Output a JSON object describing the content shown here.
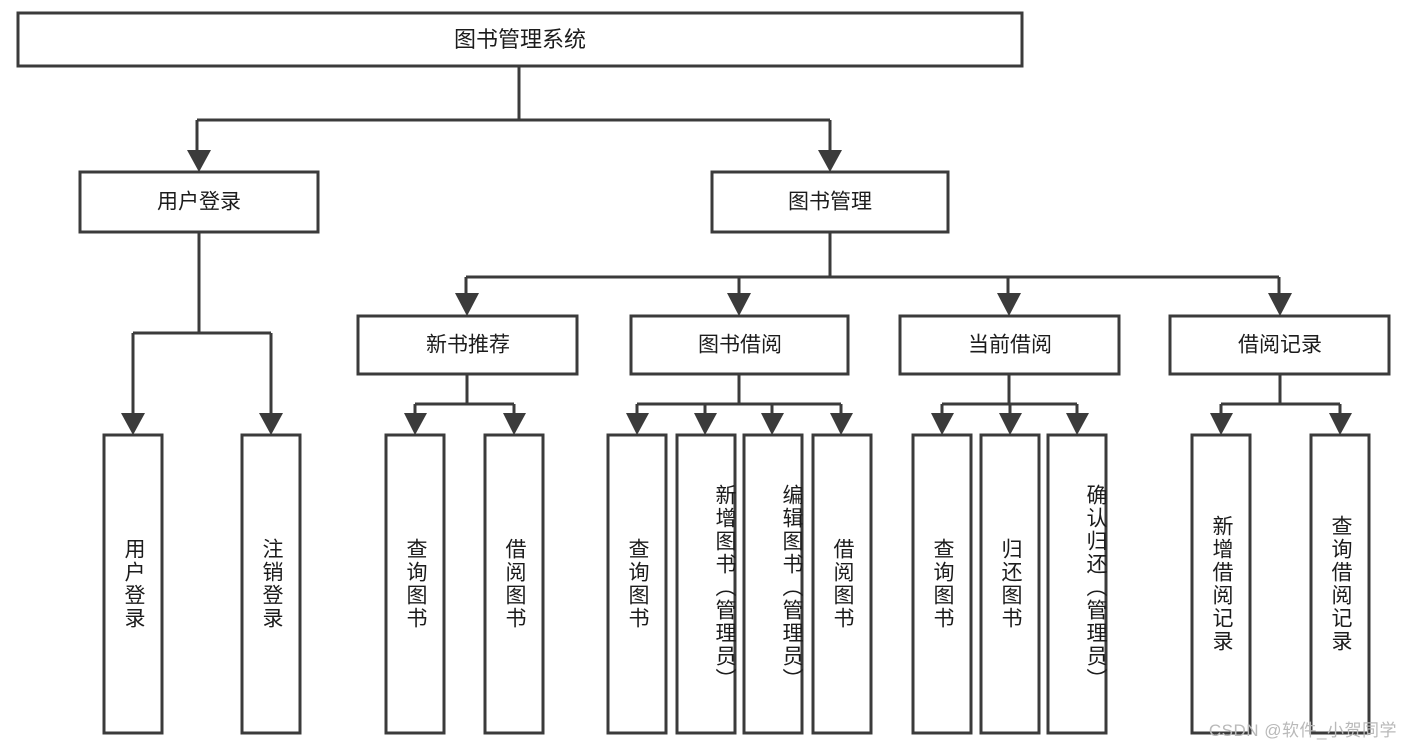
{
  "diagram": {
    "title": "图书管理系统",
    "type": "tree",
    "orientation": "top-down",
    "colors": {
      "box_fill": "#ffffff",
      "box_stroke": "#3b3b3b",
      "text": "#1c1c1c",
      "watermark": "#b9b9b9",
      "background": "#ffffff"
    },
    "root": {
      "label": "图书管理系统",
      "orientation": "horizontal"
    },
    "level2": [
      {
        "label": "用户登录",
        "orientation": "horizontal"
      },
      {
        "label": "图书管理",
        "orientation": "horizontal"
      }
    ],
    "level3": [
      {
        "label": "新书推荐",
        "orientation": "horizontal"
      },
      {
        "label": "图书借阅",
        "orientation": "horizontal"
      },
      {
        "label": "当前借阅",
        "orientation": "horizontal"
      },
      {
        "label": "借阅记录",
        "orientation": "horizontal"
      }
    ],
    "leaves": {
      "user_login": [
        {
          "label": "用户登录",
          "orientation": "vertical"
        },
        {
          "label": "注销登录",
          "orientation": "vertical"
        }
      ],
      "new_book_recommend": [
        {
          "label": "查询图书",
          "orientation": "vertical"
        },
        {
          "label": "借阅图书",
          "orientation": "vertical"
        }
      ],
      "book_borrow": [
        {
          "label": "查询图书",
          "orientation": "vertical"
        },
        {
          "label": "新增图书（管理员）",
          "orientation": "vertical"
        },
        {
          "label": "编辑图书（管理员）",
          "orientation": "vertical"
        },
        {
          "label": "借阅图书",
          "orientation": "vertical"
        }
      ],
      "current_borrow": [
        {
          "label": "查询图书",
          "orientation": "vertical"
        },
        {
          "label": "归还图书",
          "orientation": "vertical"
        },
        {
          "label": "确认归还（管理员）",
          "orientation": "vertical"
        }
      ],
      "borrow_record": [
        {
          "label": "新增借阅记录",
          "orientation": "vertical"
        },
        {
          "label": "查询借阅记录",
          "orientation": "vertical"
        }
      ]
    },
    "watermark": "CSDN @软件_小贺同学"
  }
}
